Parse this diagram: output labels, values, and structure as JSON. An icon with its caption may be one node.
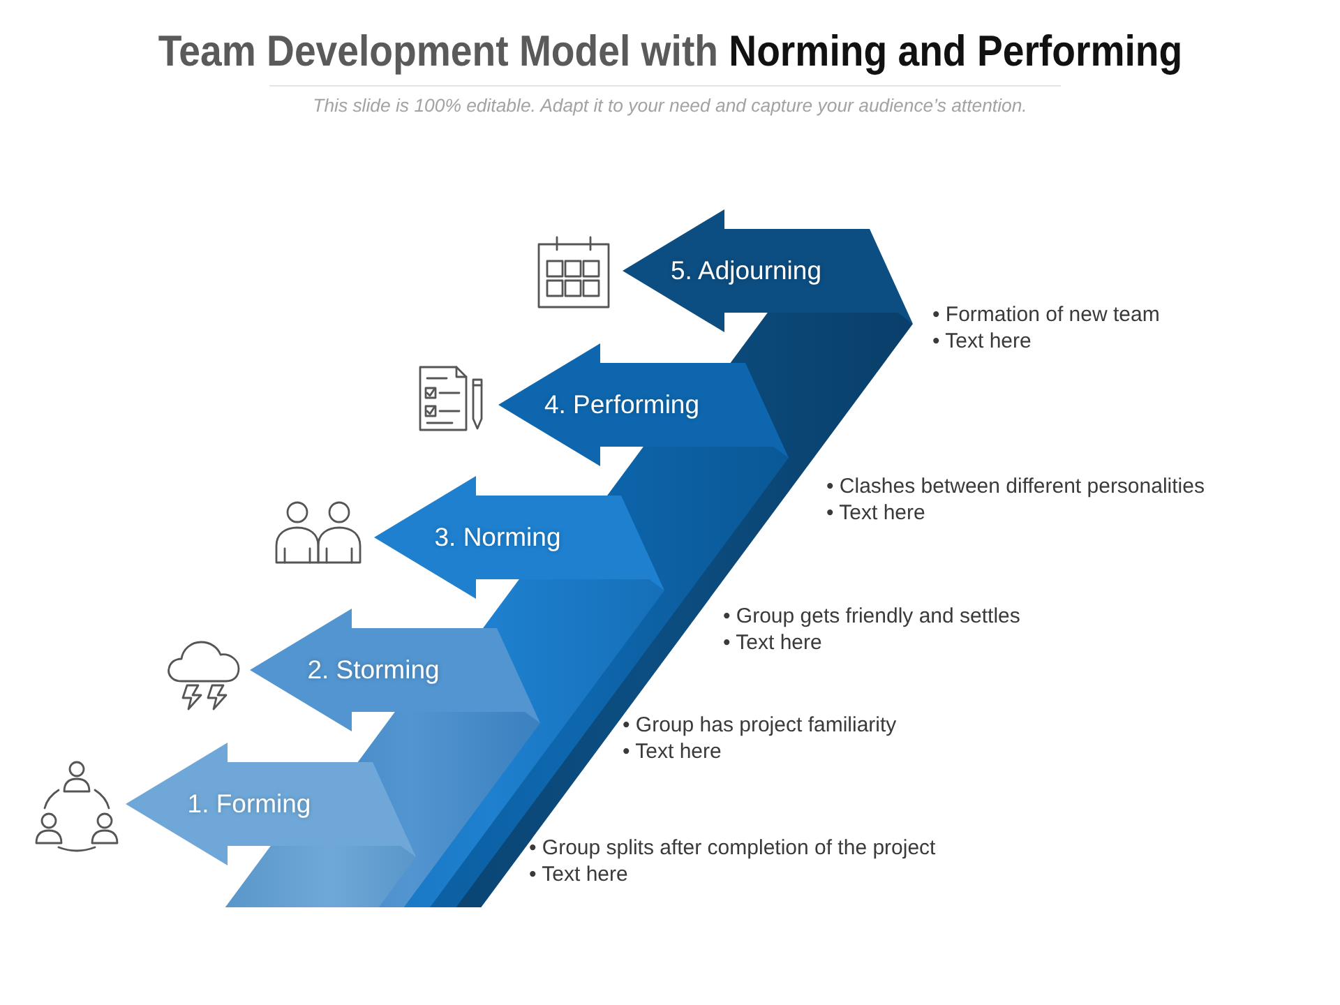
{
  "diagram": {
    "title": "Team Development Model with **Norming and Performing**",
    "nodes": [
      {
        "text": [
          "1. Forming"
        ]
      },
      {
        "text": [
          "2. Storming"
        ]
      },
      {
        "text": [
          "3. Norming"
        ]
      },
      {
        "text": [
          "4. Performing"
        ]
      },
      {
        "text": [
          "5. Adjourning"
        ]
      }
    ],
    "labels": [
      "This slide is 100% editable. Adapt it to your need and capture your audience’s attention.",
      "• Formation of new team",
      "• Text here",
      "• Clashes between different personalities",
      "• Text here",
      "• Group gets friendly and settles",
      "• Text here",
      "• Group has project familiarity",
      "• Text here",
      "• Group splits after completion of the project",
      "• Text here"
    ]
  }
}
